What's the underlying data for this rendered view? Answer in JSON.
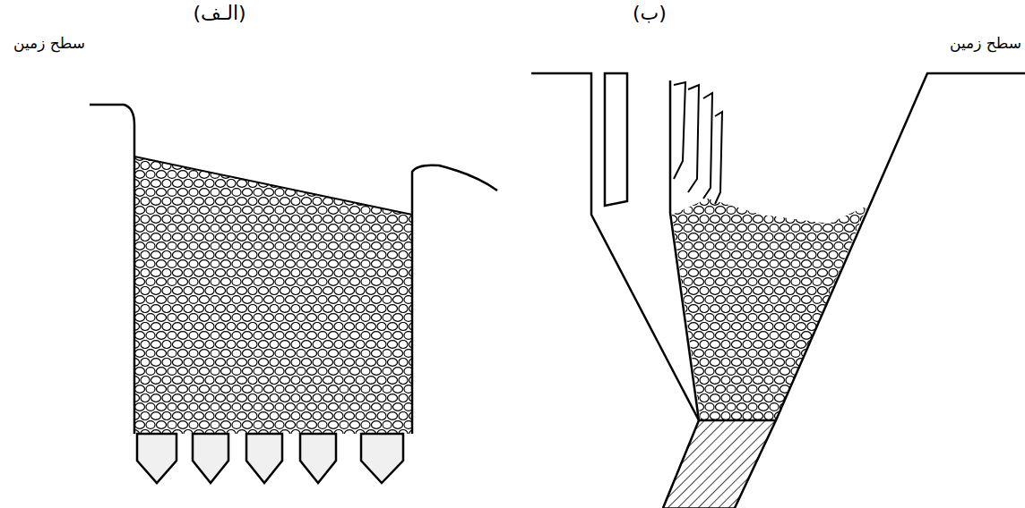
{
  "diagram": {
    "labels": [
      "(الـف)",
      "سطح زمین",
      "(ب)",
      "سطح زمین"
    ]
  }
}
